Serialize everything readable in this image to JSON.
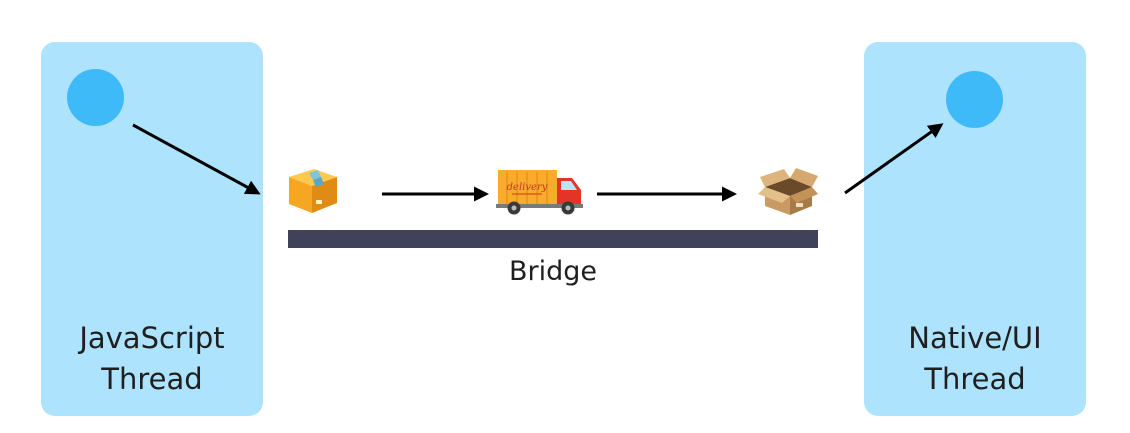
{
  "diagram": {
    "left_thread": {
      "line1": "JavaScript",
      "line2": "Thread"
    },
    "right_thread": {
      "line1": "Native/UI",
      "line2": "Thread"
    },
    "bridge_label": "Bridge",
    "truck_text": "delivery"
  },
  "colors": {
    "panel": "#aee3fd",
    "dot": "#3fbaf9",
    "bridge": "#3f4259",
    "arrow": "#000000",
    "box": "#f5a623",
    "truck_cargo": "#f8ab2c",
    "truck_cab": "#e5332a",
    "open_box": "#c99a63"
  },
  "icons": [
    "closed-box-icon",
    "delivery-truck-icon",
    "open-box-icon",
    "arrow-icon"
  ]
}
